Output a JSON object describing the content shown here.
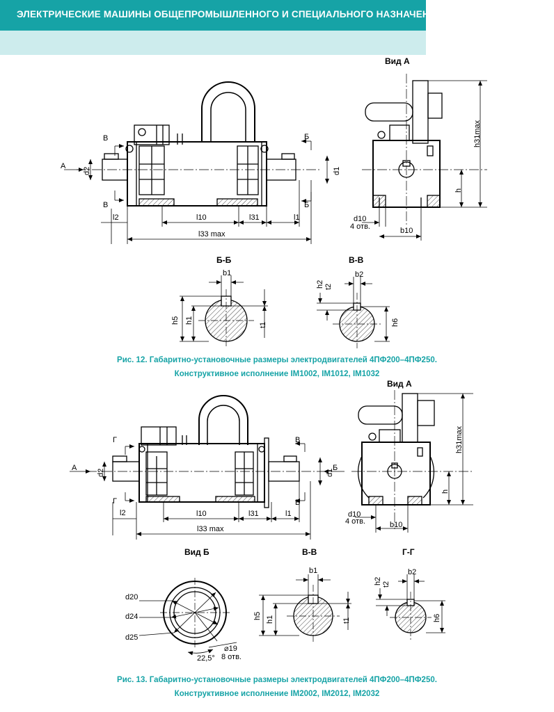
{
  "header": {
    "title": "ЭЛЕКТРИЧЕСКИЕ МАШИНЫ ОБЩЕПРОМЫШЛЕННОГО И СПЕЦИАЛЬНОГО НАЗНАЧЕНИЯ"
  },
  "figure12": {
    "view_a": "Вид А",
    "arrow_a": "А",
    "cut_b": "Б",
    "cut_v": "В",
    "section_bb": "Б-Б",
    "section_vv": "В-В",
    "dims": {
      "d2": "d2",
      "d1": "d1",
      "l2": "l2",
      "l10": "l10",
      "l31": "l31",
      "l1": "l1",
      "l33": "l33 max",
      "h31": "h31max",
      "h": "h",
      "d10": "d10",
      "holes": "4 отв.",
      "b10": "b10",
      "b1": "b1",
      "h1": "h1",
      "h5": "h5",
      "t1": "t1",
      "b2": "b2",
      "h2": "h2",
      "t2": "t2",
      "h6": "h6"
    },
    "caption_line1": "Рис. 12. Габаритно-установочные размеры электродвигателей 4ПФ200–4ПФ250.",
    "caption_line2": "Конструктивное исполнение IM1002, IM1012, IM1032"
  },
  "figure13": {
    "view_a": "Вид А",
    "view_b": "Вид Б",
    "arrow_a": "А",
    "arrow_b": "Б",
    "cut_g": "Г",
    "cut_v": "В",
    "section_vv": "В-В",
    "section_gg": "Г-Г",
    "dims": {
      "d2": "d2",
      "d1": "d1",
      "l2": "l2",
      "l10": "l10",
      "l31": "l31",
      "l1": "l1",
      "l33": "l33 max",
      "h31": "h31max",
      "h": "h",
      "d10": "d10",
      "holes": "4 отв.",
      "b10": "b10",
      "d20": "d20",
      "d24": "d24",
      "d25": "d25",
      "phi19": "⌀19",
      "holes8": "8 отв.",
      "angle": "22,5°",
      "b1": "b1",
      "h1": "h1",
      "h5": "h5",
      "t1": "t1",
      "b2": "b2",
      "h2": "h2",
      "t2": "t2",
      "h6": "h6"
    },
    "caption_line1": "Рис. 13. Габаритно-установочные размеры электродвигателей 4ПФ200–4ПФ250.",
    "caption_line2": "Конструктивное исполнение IM2002, IM2012, IM2032"
  }
}
